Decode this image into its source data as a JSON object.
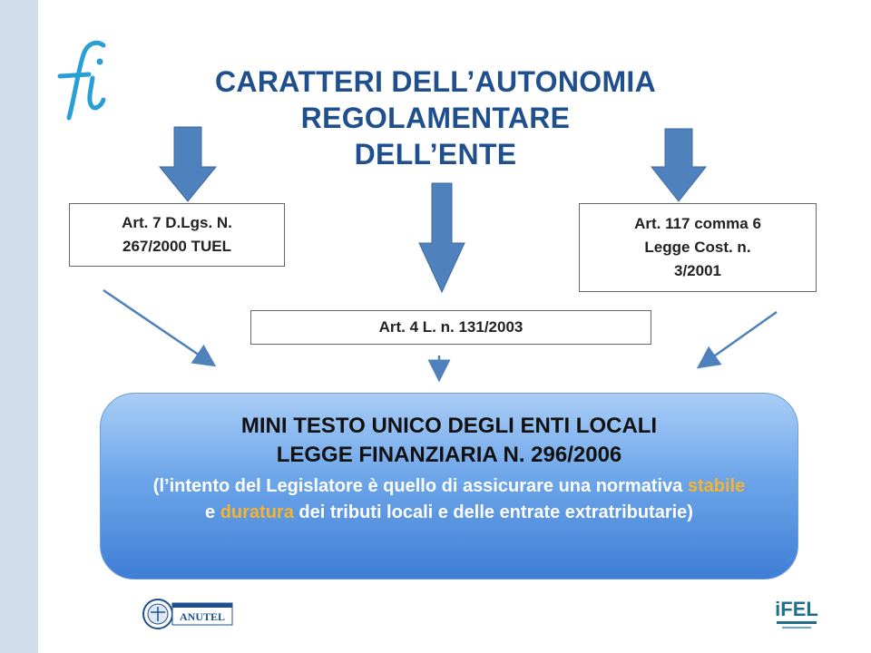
{
  "title": {
    "line1": "CARATTERI DELL’AUTONOMIA",
    "line2": "REGOLAMENTARE",
    "line3": "DELL’ENTE"
  },
  "boxes": {
    "left": {
      "line1": "Art. 7 D.Lgs. N.",
      "line2": "267/2000  TUEL"
    },
    "right": {
      "line1": "Art. 117 comma 6",
      "line2": "Legge Cost. n.",
      "line3": "3/2001"
    },
    "center": {
      "text": "Art. 4 L. n. 131/2003"
    }
  },
  "main": {
    "line1": "MINI TESTO  UNICO DEGLI ENTI LOCALI",
    "line2": "LEGGE FINANZIARIA N. 296/2006",
    "note_part1": "(l’intento del Legislatore è quello di assicurare una normativa ",
    "note_highlight1": "stabile",
    "note_part2": " e ",
    "note_highlight2": "duratura",
    "note_part3": " dei tributi locali e delle entrate extratributarie)"
  },
  "logos": {
    "anutel": "ANUTEL",
    "ifel": "iFEL"
  },
  "colors": {
    "title": "#1f4f8c",
    "arrow_fill": "#4f81bd",
    "highlight": "#f5b430",
    "sidebar": "#cfdcec"
  }
}
